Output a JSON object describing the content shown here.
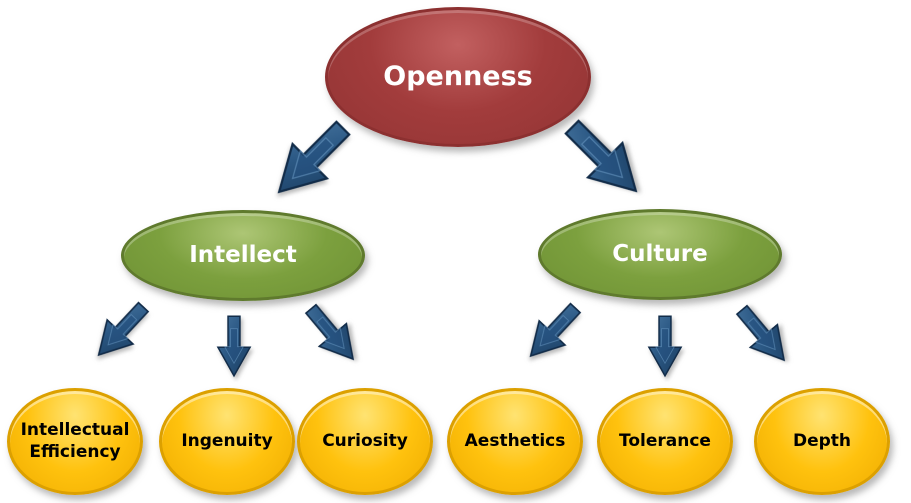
{
  "diagram": {
    "type": "hierarchy",
    "root": {
      "label": "Openness"
    },
    "branches": [
      {
        "label": "Intellect",
        "children": [
          {
            "label": "Intellectual Efficiency"
          },
          {
            "label": "Ingenuity"
          },
          {
            "label": "Curiosity"
          }
        ]
      },
      {
        "label": "Culture",
        "children": [
          {
            "label": "Aesthetics"
          },
          {
            "label": "Tolerance"
          },
          {
            "label": "Depth"
          }
        ]
      }
    ],
    "colors": {
      "root_fill": "#A23C3C",
      "branch_fill": "#7CA03E",
      "leaf_fill": "#FFC20E",
      "arrow_fill": "#27537F",
      "root_text": "#FFFFFF",
      "branch_text": "#FFFFFF",
      "leaf_text": "#000000",
      "background": "#FFFFFF"
    }
  }
}
